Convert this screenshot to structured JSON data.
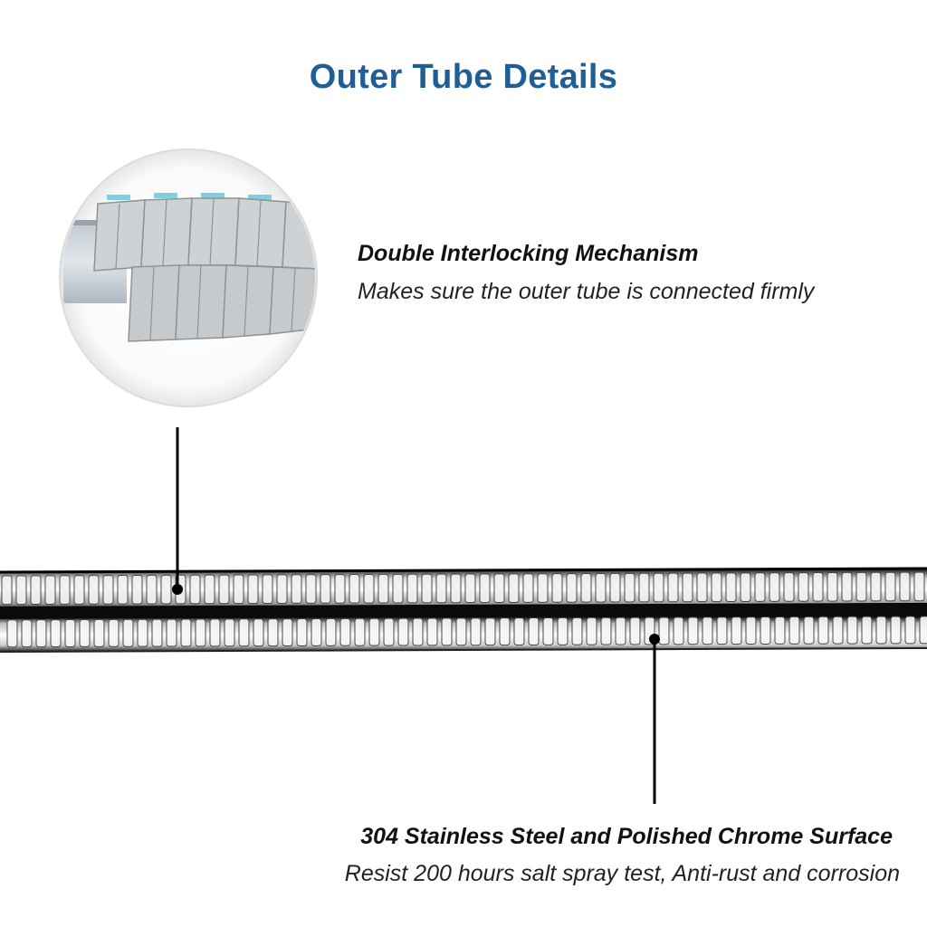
{
  "title": "Outer Tube Details",
  "callouts": [
    {
      "heading": "Double Interlocking Mechanism",
      "text": "Makes sure the outer tube is connected firmly"
    },
    {
      "heading": "304 Stainless Steel and Polished Chrome Surface",
      "text": "Resist 200 hours salt spray test, Anti-rust and corrosion"
    }
  ],
  "colors": {
    "title": "#1f5f95",
    "text": "#111111",
    "chrome_dark": "#0a0a0a",
    "chrome_light": "#f4f4f4",
    "zoom_accent": "#7fd0e0"
  },
  "icons": [
    "zoom-detail-circle",
    "hose-illustration",
    "pointer-dot"
  ]
}
